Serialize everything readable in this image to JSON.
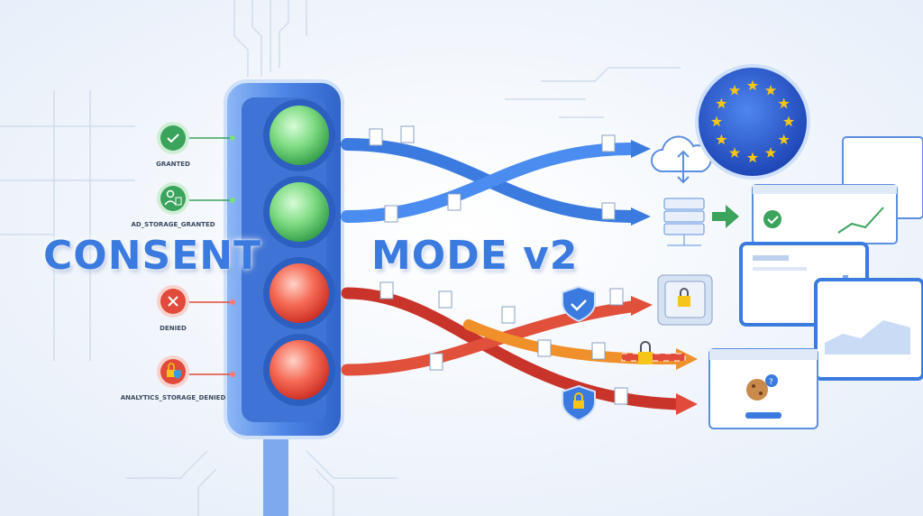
{
  "headline": {
    "left": "CONSENT",
    "right": "MODE v2"
  },
  "states": [
    {
      "label": "GRANTED",
      "icon": "check-icon",
      "color": "#3aa35c"
    },
    {
      "label": "AD_STORAGE_GRANTED",
      "icon": "user-database-icon",
      "color": "#3aa35c"
    },
    {
      "label": "DENIED",
      "icon": "x-icon",
      "color": "#e24b3b"
    },
    {
      "label": "ANALYTICS_STORAGE_DENIED",
      "icon": "lock-shield-icon",
      "color": "#e24b3b"
    }
  ],
  "colors": {
    "accent": "#3b7be0",
    "granted": "#3aa35c",
    "denied": "#e24b3b",
    "blocked": "#f0902a",
    "eu": "#2d5fd0",
    "star": "#f5c518"
  }
}
